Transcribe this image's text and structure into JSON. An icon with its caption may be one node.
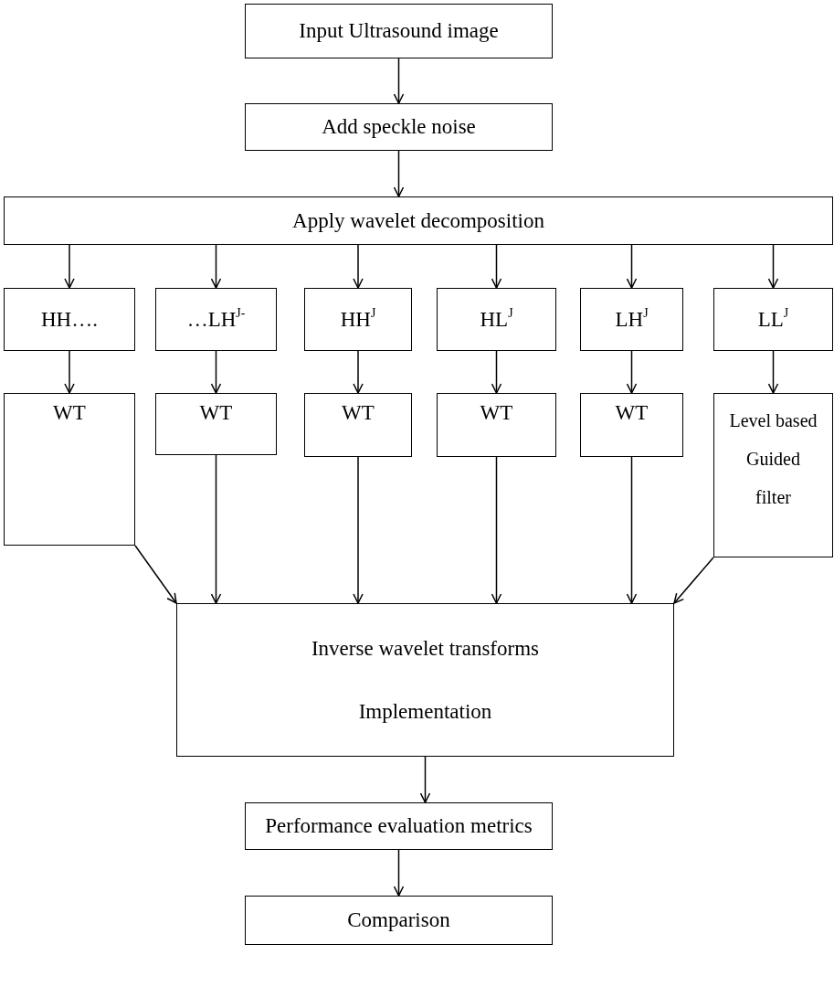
{
  "diagram": {
    "nodes": [
      {
        "text": [
          "Input Ultrasound image"
        ]
      },
      {
        "text": [
          "Add speckle noise"
        ]
      },
      {
        "text": [
          "Apply wavelet decomposition"
        ]
      },
      {
        "text": [
          "HH…."
        ]
      },
      {
        "text": [
          "…LH$^{J-}$"
        ]
      },
      {
        "text": [
          "HH$^{J}$"
        ]
      },
      {
        "text": [
          "HL$^{J}$"
        ]
      },
      {
        "text": [
          "LH$^{J}$"
        ]
      },
      {
        "text": [
          "LL$^{J}$"
        ]
      },
      {
        "text": [
          "WT"
        ]
      },
      {
        "text": [
          "WT"
        ]
      },
      {
        "text": [
          "WT"
        ]
      },
      {
        "text": [
          "WT"
        ]
      },
      {
        "text": [
          "WT"
        ]
      },
      {
        "text": [
          "Level based Guided filter"
        ]
      },
      {
        "text": [
          "Inverse wavelet transforms",
          "Implementation"
        ]
      },
      {
        "text": [
          "Performance evaluation metrics"
        ]
      },
      {
        "text": [
          "Comparison"
        ]
      }
    ],
    "edges": [
      {
        "from": 0,
        "to": 1,
        "arrow": "to"
      },
      {
        "from": 1,
        "to": 2,
        "arrow": "to"
      },
      {
        "from": 2,
        "to": 3,
        "arrow": "to"
      },
      {
        "from": 2,
        "to": 4,
        "arrow": "to"
      },
      {
        "from": 2,
        "to": 5,
        "arrow": "to"
      },
      {
        "from": 2,
        "to": 6,
        "arrow": "to"
      },
      {
        "from": 2,
        "to": 7,
        "arrow": "to"
      },
      {
        "from": 2,
        "to": 8,
        "arrow": "to"
      },
      {
        "from": 3,
        "to": 9,
        "arrow": "to"
      },
      {
        "from": 4,
        "to": 10,
        "arrow": "to"
      },
      {
        "from": 5,
        "to": 11,
        "arrow": "to"
      },
      {
        "from": 6,
        "to": 12,
        "arrow": "to"
      },
      {
        "from": 7,
        "to": 13,
        "arrow": "to"
      },
      {
        "from": 8,
        "to": 14,
        "arrow": "to"
      },
      {
        "from": 9,
        "to": 15,
        "arrow": "to"
      },
      {
        "from": 10,
        "to": 15,
        "arrow": "to"
      },
      {
        "from": 11,
        "to": 15,
        "arrow": "to"
      },
      {
        "from": 12,
        "to": 15,
        "arrow": "to"
      },
      {
        "from": 13,
        "to": 15,
        "arrow": "to"
      },
      {
        "from": 14,
        "to": 15,
        "arrow": "to"
      },
      {
        "from": 15,
        "to": 16,
        "arrow": "to"
      },
      {
        "from": 16,
        "to": 17,
        "arrow": "to"
      }
    ]
  }
}
